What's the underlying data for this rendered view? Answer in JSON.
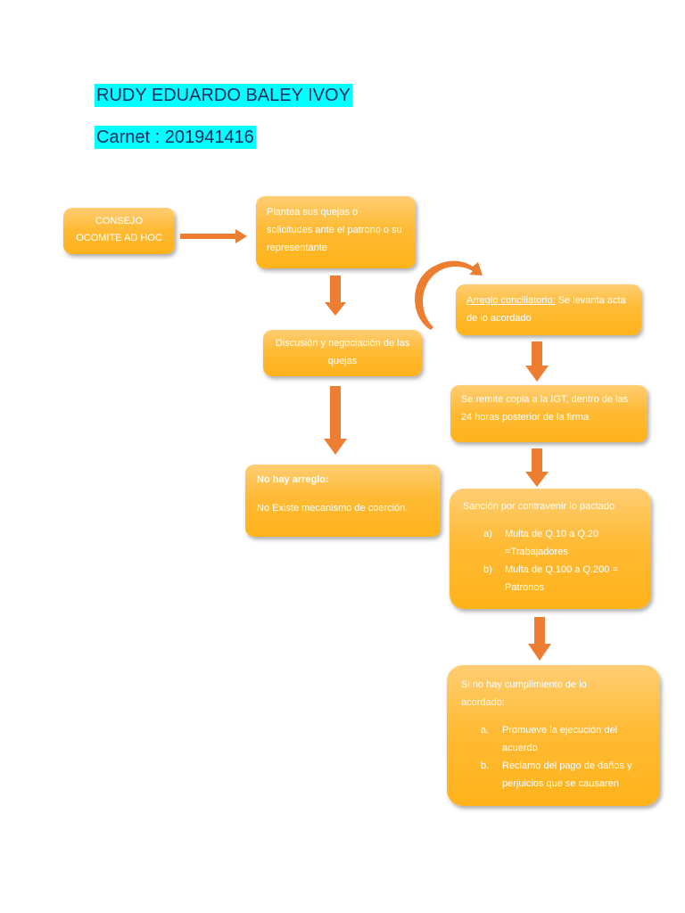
{
  "header": {
    "name": "RUDY EDUARDO BALEY IVOY",
    "carnet": "Carnet : 201941416"
  },
  "boxes": {
    "consejo": "CONSEJO OCOMITE AD HOC",
    "plantea": "Plantea sus quejas o solicitudes ante el patrono o su representante",
    "discusion": "Discusión y negociación de las quejas",
    "no_arreglo_title": "No hay arreglo:",
    "no_arreglo_text": "No Existe mecanismo de coerción.",
    "arreglo_label": "Arreglo conciliatorio:",
    "arreglo_text": " Se levanta acta de lo acordado",
    "remite": "Se remite copia a la IGT, dentro de las 24 horas posterior de la firma",
    "sancion_title": "Sanción por contravenir lo pactado",
    "sancion_items": [
      {
        "marker": "a)",
        "text": "Multa de Q.10 a Q.20 =Trabajadores"
      },
      {
        "marker": "b)",
        "text": "Multa de Q.100 a Q.200 = Patronos"
      }
    ],
    "incumplimiento_title": "Si no hay cumplimiento de lo acordado:",
    "incumplimiento_items": [
      {
        "marker": "a.",
        "text": "Promueve la ejecución del acuerdo"
      },
      {
        "marker": "b.",
        "text": "Reclamo del pago de daños y perjuicios que se causaren"
      }
    ]
  },
  "colors": {
    "box": "#ffbb36",
    "arrow": "#ed7d31",
    "highlight": "#00ffff"
  }
}
